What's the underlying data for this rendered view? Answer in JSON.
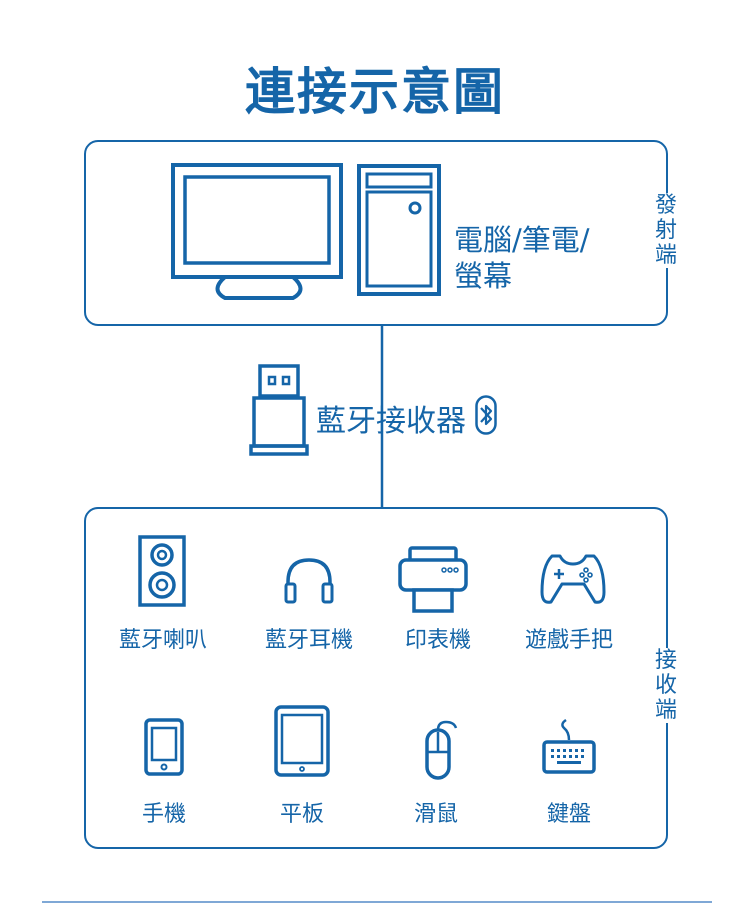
{
  "title": "連接示意圖",
  "transmitter": {
    "side_label": [
      "發",
      "射",
      "端"
    ],
    "device_label_line1": "電腦/筆電/",
    "device_label_line2": "螢幕"
  },
  "receiver_dongle": {
    "label": "藍牙接收器",
    "icon": "bluetooth-icon"
  },
  "receiver": {
    "side_label": [
      "接",
      "收",
      "端"
    ],
    "devices": [
      {
        "label": "藍牙喇叭",
        "icon": "speaker-icon"
      },
      {
        "label": "藍牙耳機",
        "icon": "headphones-icon"
      },
      {
        "label": "印表機",
        "icon": "printer-icon"
      },
      {
        "label": "遊戲手把",
        "icon": "gamepad-icon"
      },
      {
        "label": "手機",
        "icon": "phone-icon"
      },
      {
        "label": "平板",
        "icon": "tablet-icon"
      },
      {
        "label": "滑鼠",
        "icon": "mouse-icon"
      },
      {
        "label": "鍵盤",
        "icon": "keyboard-icon"
      }
    ]
  },
  "colors": {
    "primary": "#1565a8",
    "rule": "#7fa8d6",
    "background": "#ffffff"
  }
}
